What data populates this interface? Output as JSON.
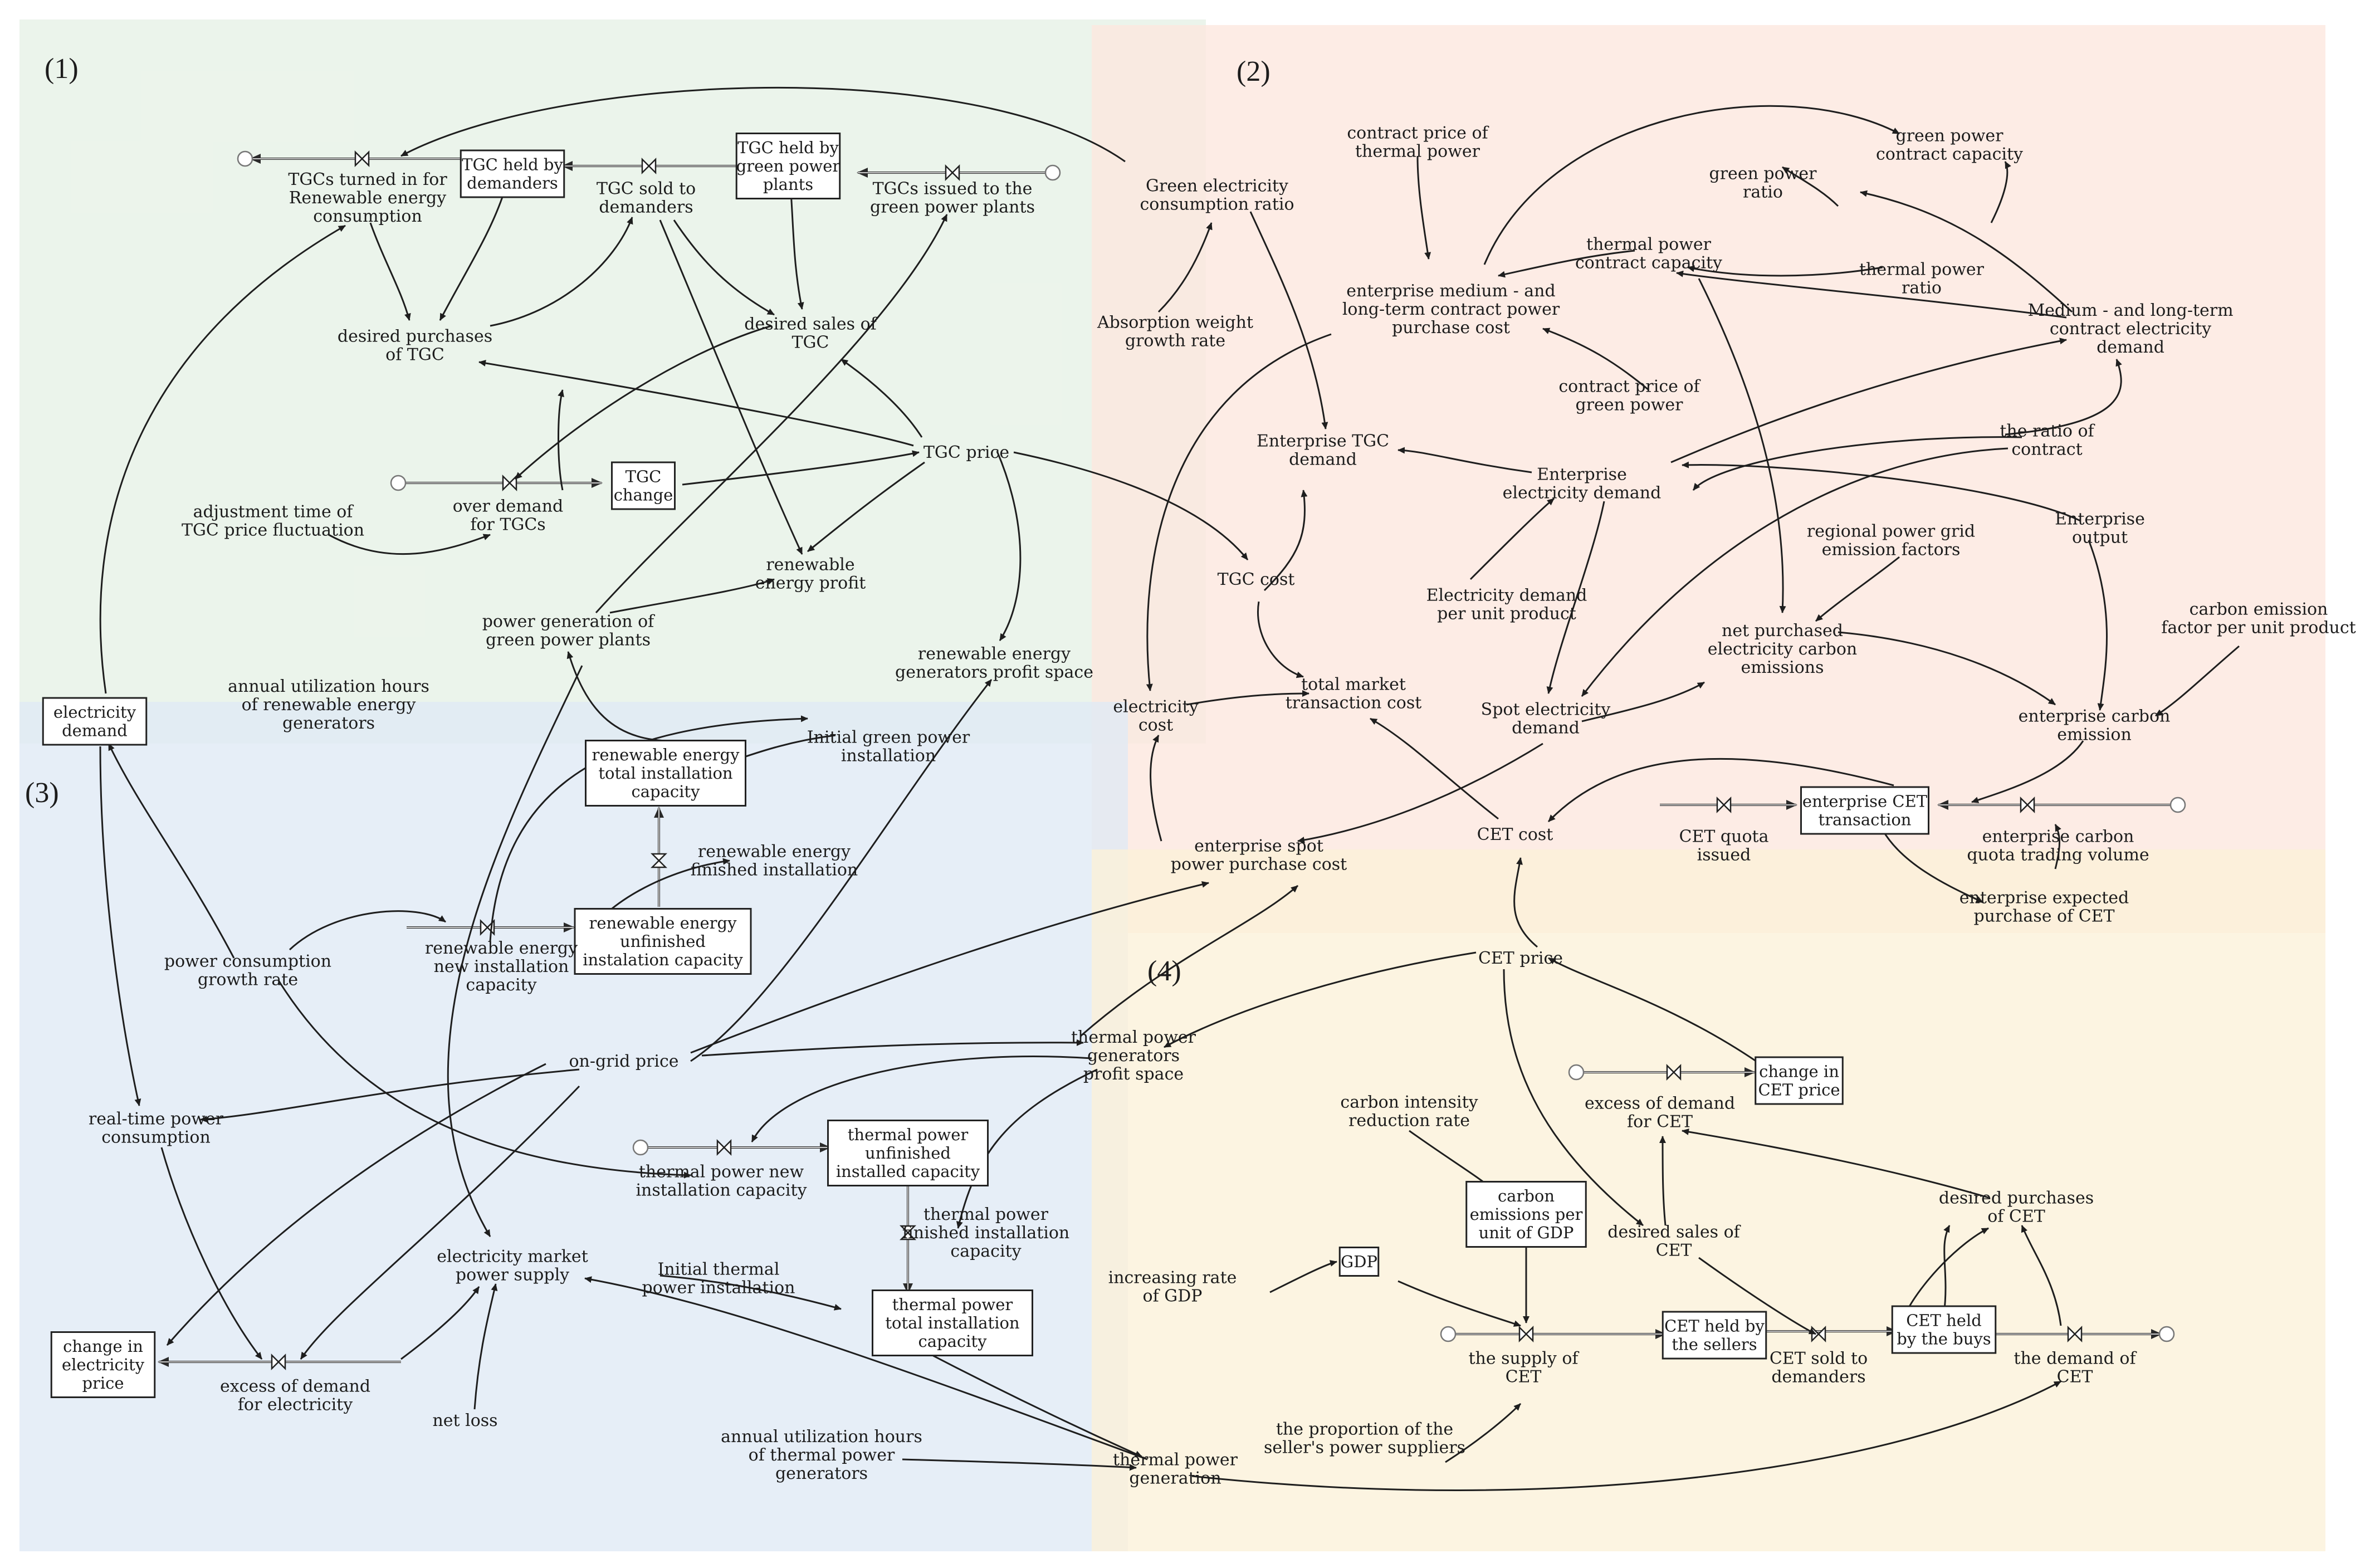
{
  "regions": [
    {
      "id": "r1",
      "label": "(1)",
      "color": "#e6f1e5"
    },
    {
      "id": "r2",
      "label": "(2)",
      "color": "#fde7de"
    },
    {
      "id": "r3",
      "label": "(3)",
      "color": "#dfe9f5"
    },
    {
      "id": "r4",
      "label": "(4)",
      "color": "#fbf1d8"
    }
  ],
  "variables": [
    {
      "id": "tgc_turned_in",
      "lines": [
        "TGCs turned in for",
        "Renewable energy",
        "consumption"
      ],
      "kind": "rate"
    },
    {
      "id": "tgc_held_dem",
      "lines": [
        "TGC held by",
        "demanders"
      ],
      "kind": "stock"
    },
    {
      "id": "tgc_sold",
      "lines": [
        "TGC sold to",
        "demanders"
      ],
      "kind": "rate"
    },
    {
      "id": "tgc_held_green",
      "lines": [
        "TGC held by",
        "green power",
        "plants"
      ],
      "kind": "stock"
    },
    {
      "id": "tgc_issued",
      "lines": [
        "TGCs issued to the",
        "green power plants"
      ],
      "kind": "rate"
    },
    {
      "id": "desired_purch_tgc",
      "lines": [
        "desired purchases",
        "of TGC"
      ],
      "kind": "aux"
    },
    {
      "id": "desired_sales_tgc",
      "lines": [
        "desired sales of",
        "TGC"
      ],
      "kind": "aux"
    },
    {
      "id": "tgc_price",
      "lines": [
        "TGC price"
      ],
      "kind": "aux"
    },
    {
      "id": "tgc_change",
      "lines": [
        "TGC",
        "change"
      ],
      "kind": "stock"
    },
    {
      "id": "over_demand_tgc",
      "lines": [
        "over demand",
        "for TGCs"
      ],
      "kind": "rate"
    },
    {
      "id": "adj_time",
      "lines": [
        "adjustment time of",
        "TGC price fluctuation"
      ],
      "kind": "aux"
    },
    {
      "id": "renew_profit",
      "lines": [
        "renewable",
        "energy profit"
      ],
      "kind": "aux"
    },
    {
      "id": "power_gen_green",
      "lines": [
        "power generation of",
        "green power plants"
      ],
      "kind": "aux"
    },
    {
      "id": "renew_profit_space",
      "lines": [
        "renewable energy",
        "generators profit space"
      ],
      "kind": "aux"
    },
    {
      "id": "annual_renew",
      "lines": [
        "annual utilization hours",
        "of renewable energy",
        "generators"
      ],
      "kind": "aux"
    },
    {
      "id": "elec_demand",
      "lines": [
        "electricity",
        "demand"
      ],
      "kind": "stock"
    },
    {
      "id": "green_ratio",
      "lines": [
        "Green electricity",
        "consumption ratio"
      ],
      "kind": "aux"
    },
    {
      "id": "absorb",
      "lines": [
        "Absorption weight",
        "growth rate"
      ],
      "kind": "aux"
    },
    {
      "id": "cp_thermal",
      "lines": [
        "contract price of",
        "thermal power"
      ],
      "kind": "aux"
    },
    {
      "id": "green_contract_cap",
      "lines": [
        "green power",
        "contract capacity"
      ],
      "kind": "aux"
    },
    {
      "id": "green_power_ratio",
      "lines": [
        "green power",
        "ratio"
      ],
      "kind": "aux"
    },
    {
      "id": "thermal_contract_cap",
      "lines": [
        "thermal power",
        "contract capacity"
      ],
      "kind": "aux"
    },
    {
      "id": "thermal_power_ratio",
      "lines": [
        "thermal power",
        "ratio"
      ],
      "kind": "aux"
    },
    {
      "id": "ent_medium_cost",
      "lines": [
        "enterprise medium - and",
        "long-term contract power",
        "purchase cost"
      ],
      "kind": "aux"
    },
    {
      "id": "medium_demand",
      "lines": [
        "Medium - and long-term",
        "contract electricity",
        "demand"
      ],
      "kind": "aux"
    },
    {
      "id": "cp_green",
      "lines": [
        "contract price of",
        "green power"
      ],
      "kind": "aux"
    },
    {
      "id": "ratio_contract",
      "lines": [
        "the ratio of",
        "contract"
      ],
      "kind": "aux"
    },
    {
      "id": "ent_tgc_demand",
      "lines": [
        "Enterprise TGC",
        "demand"
      ],
      "kind": "aux"
    },
    {
      "id": "ent_elec_demand",
      "lines": [
        "Enterprise",
        "electricity demand"
      ],
      "kind": "aux"
    },
    {
      "id": "ent_output",
      "lines": [
        "Enterprise",
        "output"
      ],
      "kind": "aux"
    },
    {
      "id": "tgc_cost",
      "lines": [
        "TGC cost"
      ],
      "kind": "aux"
    },
    {
      "id": "elec_per_unit",
      "lines": [
        "Electricity demand",
        "per unit product"
      ],
      "kind": "aux"
    },
    {
      "id": "regional_factors",
      "lines": [
        "regional power grid",
        "emission factors"
      ],
      "kind": "aux"
    },
    {
      "id": "carbon_factor_unit",
      "lines": [
        "carbon emission",
        "factor per unit product"
      ],
      "kind": "aux"
    },
    {
      "id": "net_purch_emis",
      "lines": [
        "net purchased",
        "electricity carbon",
        "emissions"
      ],
      "kind": "aux"
    },
    {
      "id": "total_mkt_cost",
      "lines": [
        "total market",
        "transaction cost"
      ],
      "kind": "aux"
    },
    {
      "id": "elec_cost",
      "lines": [
        "electricity",
        "cost"
      ],
      "kind": "aux"
    },
    {
      "id": "spot_demand",
      "lines": [
        "Spot electricity",
        "demand"
      ],
      "kind": "aux"
    },
    {
      "id": "ent_carbon_emis",
      "lines": [
        "enterprise carbon",
        "emission"
      ],
      "kind": "aux"
    },
    {
      "id": "cet_cost",
      "lines": [
        "CET cost"
      ],
      "kind": "aux"
    },
    {
      "id": "cet_quota",
      "lines": [
        "CET quota",
        "issued"
      ],
      "kind": "rate"
    },
    {
      "id": "ent_cet_trans",
      "lines": [
        "enterprise CET",
        "transaction"
      ],
      "kind": "stock"
    },
    {
      "id": "ent_carbon_quota",
      "lines": [
        "enterprise carbon",
        "quota trading volume"
      ],
      "kind": "rate"
    },
    {
      "id": "ent_expected_cet",
      "lines": [
        "enterprise expected",
        "purchase of CET"
      ],
      "kind": "aux"
    },
    {
      "id": "ent_spot_cost",
      "lines": [
        "enterprise spot",
        "power purchase cost"
      ],
      "kind": "aux"
    },
    {
      "id": "init_green",
      "lines": [
        "Initial green power",
        "installation"
      ],
      "kind": "aux"
    },
    {
      "id": "renew_total",
      "lines": [
        "renewable energy",
        "total installation",
        "capacity"
      ],
      "kind": "stock"
    },
    {
      "id": "renew_finished",
      "lines": [
        "renewable energy",
        "finished installation"
      ],
      "kind": "rate"
    },
    {
      "id": "renew_unfinished",
      "lines": [
        "renewable energy",
        "unfinished",
        "instalation capacity"
      ],
      "kind": "stock"
    },
    {
      "id": "renew_new",
      "lines": [
        "renewable energy",
        "new installation",
        "capacity"
      ],
      "kind": "rate"
    },
    {
      "id": "pc_growth",
      "lines": [
        "power consumption",
        "growth rate"
      ],
      "kind": "aux"
    },
    {
      "id": "on_grid",
      "lines": [
        "on-grid price"
      ],
      "kind": "aux"
    },
    {
      "id": "realtime",
      "lines": [
        "real-time power",
        "consumption"
      ],
      "kind": "aux"
    },
    {
      "id": "thermal_profit",
      "lines": [
        "thermal power",
        "generators",
        "profit space"
      ],
      "kind": "aux"
    },
    {
      "id": "thermal_unfinished",
      "lines": [
        "thermal power",
        "unfinished",
        "installed capacity"
      ],
      "kind": "stock"
    },
    {
      "id": "thermal_new",
      "lines": [
        "thermal power new",
        "installation capacity"
      ],
      "kind": "rate"
    },
    {
      "id": "thermal_finished",
      "lines": [
        "thermal power",
        "finished installation",
        "capacity"
      ],
      "kind": "rate"
    },
    {
      "id": "elec_market_supply",
      "lines": [
        "electricity market",
        "power supply"
      ],
      "kind": "aux"
    },
    {
      "id": "init_thermal",
      "lines": [
        "Initial thermal",
        "power installation"
      ],
      "kind": "aux"
    },
    {
      "id": "thermal_total",
      "lines": [
        "thermal power",
        "total installation",
        "capacity"
      ],
      "kind": "stock"
    },
    {
      "id": "change_elec_price",
      "lines": [
        "change in",
        "electricity",
        "price"
      ],
      "kind": "stock"
    },
    {
      "id": "excess_elec",
      "lines": [
        "excess of demand",
        "for electricity"
      ],
      "kind": "rate"
    },
    {
      "id": "net_loss",
      "lines": [
        "net loss"
      ],
      "kind": "aux"
    },
    {
      "id": "annual_thermal",
      "lines": [
        "annual utilization hours",
        "of thermal power",
        "generators"
      ],
      "kind": "aux"
    },
    {
      "id": "thermal_gen",
      "lines": [
        "thermal power",
        "generation"
      ],
      "kind": "aux"
    },
    {
      "id": "cet_price",
      "lines": [
        "CET price"
      ],
      "kind": "aux"
    },
    {
      "id": "change_cet_price",
      "lines": [
        "change in",
        "CET price"
      ],
      "kind": "stock"
    },
    {
      "id": "excess_cet",
      "lines": [
        "excess of demand",
        "for CET"
      ],
      "kind": "rate"
    },
    {
      "id": "carbon_intensity",
      "lines": [
        "carbon intensity",
        "reduction rate"
      ],
      "kind": "aux"
    },
    {
      "id": "carbon_per_gdp",
      "lines": [
        "carbon",
        "emissions per",
        "unit of GDP"
      ],
      "kind": "stock"
    },
    {
      "id": "desired_sales_cet",
      "lines": [
        "desired sales of",
        "CET"
      ],
      "kind": "aux"
    },
    {
      "id": "desired_purch_cet",
      "lines": [
        "desired purchases",
        "of CET"
      ],
      "kind": "aux"
    },
    {
      "id": "gdp_rate",
      "lines": [
        "increasing rate",
        "of GDP"
      ],
      "kind": "aux"
    },
    {
      "id": "gdp",
      "lines": [
        "GDP"
      ],
      "kind": "stock"
    },
    {
      "id": "supply_cet",
      "lines": [
        "the supply of",
        "CET"
      ],
      "kind": "rate"
    },
    {
      "id": "cet_held_sellers",
      "lines": [
        "CET held by",
        "the sellers"
      ],
      "kind": "stock"
    },
    {
      "id": "cet_sold",
      "lines": [
        "CET sold to",
        "demanders"
      ],
      "kind": "rate"
    },
    {
      "id": "cet_held_buys",
      "lines": [
        "CET held",
        "by the buys"
      ],
      "kind": "stock"
    },
    {
      "id": "demand_cet",
      "lines": [
        "the demand of",
        "CET"
      ],
      "kind": "rate"
    },
    {
      "id": "prop_sellers",
      "lines": [
        "the proportion of the",
        "seller's power suppliers"
      ],
      "kind": "aux"
    }
  ]
}
